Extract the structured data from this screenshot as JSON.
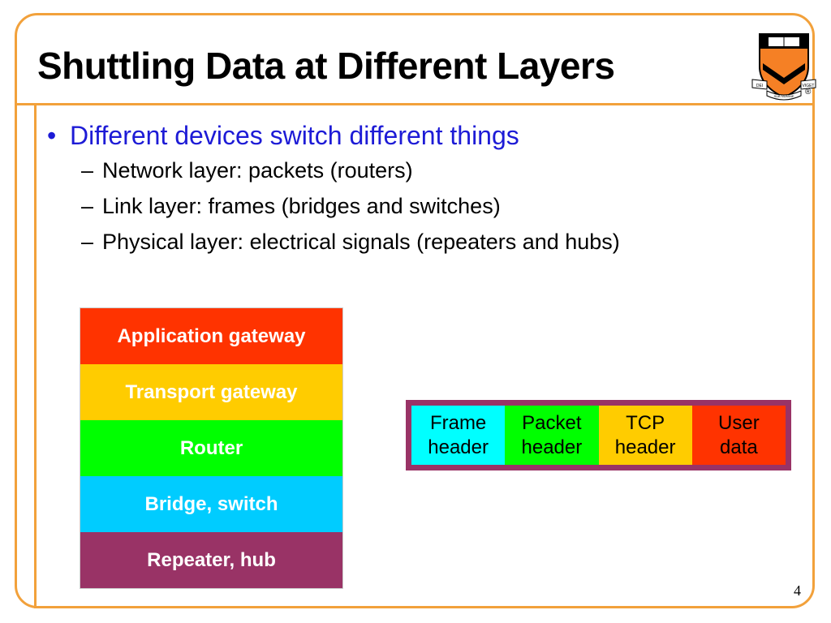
{
  "slide": {
    "title": "Shuttling Data at Different Layers",
    "page_number": "4",
    "logo": {
      "icon": "princeton-shield-icon",
      "motto_left": "DEI",
      "motto_center": "SUB NUMINE",
      "motto_right": "VIGET",
      "mark": "®"
    },
    "colors": {
      "border": "#f2a13b",
      "bullet": "#1d1bd6",
      "packet_frame": "#993366"
    }
  },
  "bullets": {
    "main": {
      "marker": "•",
      "text": "Different devices switch different things"
    },
    "subs": [
      {
        "marker": "–",
        "text": "Network layer: packets (routers)"
      },
      {
        "marker": "–",
        "text": "Link layer: frames (bridges and switches)"
      },
      {
        "marker": "–",
        "text": "Physical layer: electrical signals (repeaters and hubs)"
      }
    ]
  },
  "stack": [
    {
      "label": "Application gateway",
      "color": "#ff3300"
    },
    {
      "label": "Transport gateway",
      "color": "#ffcc00"
    },
    {
      "label": "Router",
      "color": "#00ff00"
    },
    {
      "label": "Bridge, switch",
      "color": "#00ccff"
    },
    {
      "label": "Repeater, hub",
      "color": "#993366"
    }
  ],
  "packet": [
    {
      "line1": "Frame",
      "line2": "header",
      "color": "#00ffff"
    },
    {
      "line1": "Packet",
      "line2": "header",
      "color": "#00ff00"
    },
    {
      "line1": "TCP",
      "line2": "header",
      "color": "#ffcc00"
    },
    {
      "line1": "User",
      "line2": "data",
      "color": "#ff3300"
    }
  ]
}
